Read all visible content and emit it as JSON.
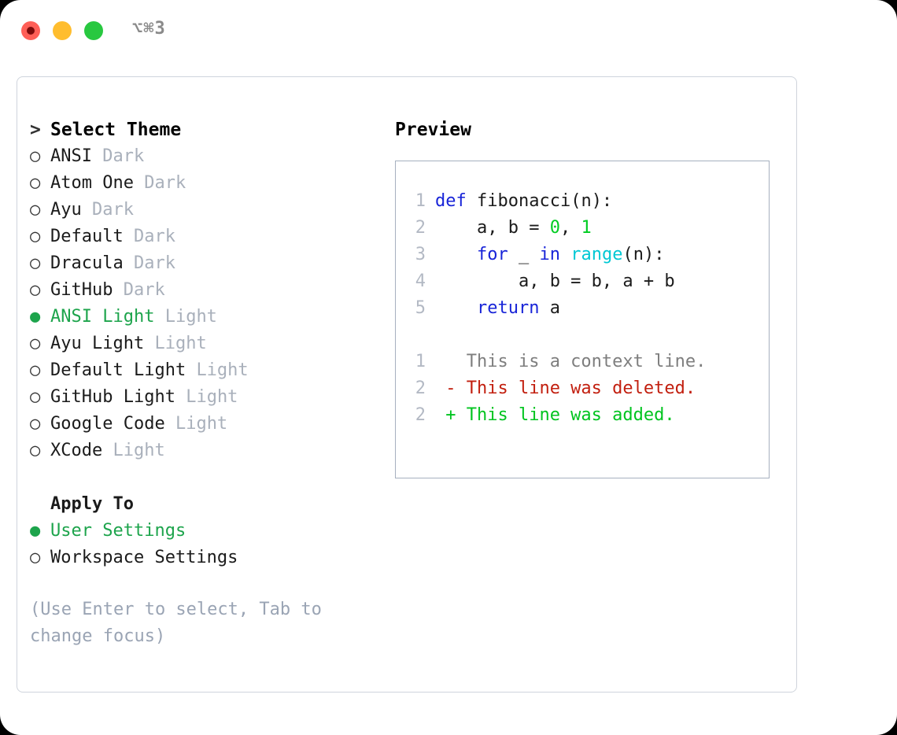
{
  "titlebar": {
    "shortcut": "⌥⌘3",
    "buttons": {
      "close": "close",
      "minimize": "minimize",
      "maximize": "maximize"
    }
  },
  "theme_panel": {
    "header_marker": ">",
    "header": "Select Theme",
    "marker_unselected": "○",
    "marker_selected": "●",
    "items": [
      {
        "name": "ANSI",
        "variant": "Dark",
        "selected": false
      },
      {
        "name": "Atom One",
        "variant": "Dark",
        "selected": false
      },
      {
        "name": "Ayu",
        "variant": "Dark",
        "selected": false
      },
      {
        "name": "Default",
        "variant": "Dark",
        "selected": false
      },
      {
        "name": "Dracula",
        "variant": "Dark",
        "selected": false
      },
      {
        "name": "GitHub",
        "variant": "Dark",
        "selected": false
      },
      {
        "name": "ANSI Light",
        "variant": "Light",
        "selected": true
      },
      {
        "name": "Ayu Light",
        "variant": "Light",
        "selected": false
      },
      {
        "name": "Default Light",
        "variant": "Light",
        "selected": false
      },
      {
        "name": "GitHub Light",
        "variant": "Light",
        "selected": false
      },
      {
        "name": "Google Code",
        "variant": "Light",
        "selected": false
      },
      {
        "name": "XCode",
        "variant": "Light",
        "selected": false
      }
    ]
  },
  "apply_to": {
    "label": "Apply To",
    "options": [
      {
        "name": "User Settings",
        "selected": true
      },
      {
        "name": "Workspace Settings",
        "selected": false
      }
    ]
  },
  "hint": "(Use Enter to select, Tab to change focus)",
  "preview": {
    "title": "Preview",
    "code_lines": [
      {
        "num": "1",
        "tokens": [
          {
            "t": "def",
            "c": "kw"
          },
          {
            "t": " fibonacci(n):",
            "c": "txt"
          }
        ]
      },
      {
        "num": "2",
        "tokens": [
          {
            "t": "    a, b = ",
            "c": "txt"
          },
          {
            "t": "0",
            "c": "num"
          },
          {
            "t": ", ",
            "c": "txt"
          },
          {
            "t": "1",
            "c": "num"
          }
        ]
      },
      {
        "num": "3",
        "tokens": [
          {
            "t": "    ",
            "c": "txt"
          },
          {
            "t": "for",
            "c": "kw"
          },
          {
            "t": " _ ",
            "c": "txt"
          },
          {
            "t": "in",
            "c": "kw"
          },
          {
            "t": " ",
            "c": "txt"
          },
          {
            "t": "range",
            "c": "fn"
          },
          {
            "t": "(n):",
            "c": "txt"
          }
        ]
      },
      {
        "num": "4",
        "tokens": [
          {
            "t": "        a, b = b, a + b",
            "c": "txt"
          }
        ]
      },
      {
        "num": "5",
        "tokens": [
          {
            "t": "    ",
            "c": "txt"
          },
          {
            "t": "return",
            "c": "kw"
          },
          {
            "t": " a",
            "c": "txt"
          }
        ]
      }
    ],
    "diff_lines": [
      {
        "num": "1",
        "sign": " ",
        "text": "This is a context line.",
        "kind": "diff-ctx"
      },
      {
        "num": "2",
        "sign": "-",
        "text": "This line was deleted.",
        "kind": "diff-del"
      },
      {
        "num": "2",
        "sign": "+",
        "text": "This line was added.",
        "kind": "diff-add"
      }
    ]
  },
  "colors": {
    "accent_green": "#1da44c",
    "keyword_blue": "#1824d8",
    "function_cyan": "#00c8d4",
    "number_green": "#00cc22",
    "diff_deleted": "#c21f0f",
    "diff_added": "#00c41f",
    "muted": "#a9b0bb",
    "hint": "#9aa4b4",
    "panel_border": "#cfd4dc",
    "preview_border": "#a6b0bf"
  }
}
